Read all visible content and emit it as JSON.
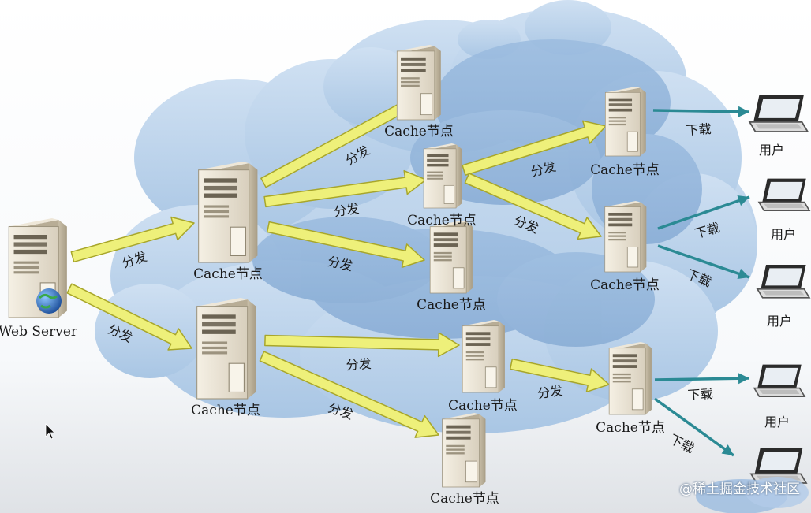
{
  "diagram": {
    "source": {
      "label": "Web Server"
    },
    "cache_label": "Cache节点",
    "user_label": "用户",
    "distribute_label": "分发",
    "download_label": "下载",
    "colors": {
      "cloud_light": "#bcd3ea",
      "cloud_mid": "#a6c3e3",
      "cloud_deep": "#8fb2da",
      "arrow_fill": "#eef07a",
      "arrow_stroke": "#a8a62a",
      "download_arrow": "#2b8a94",
      "server_body": "#e4dccb",
      "globe": "#2a6fc0"
    }
  },
  "watermark": "@稀土掘金技术社区"
}
